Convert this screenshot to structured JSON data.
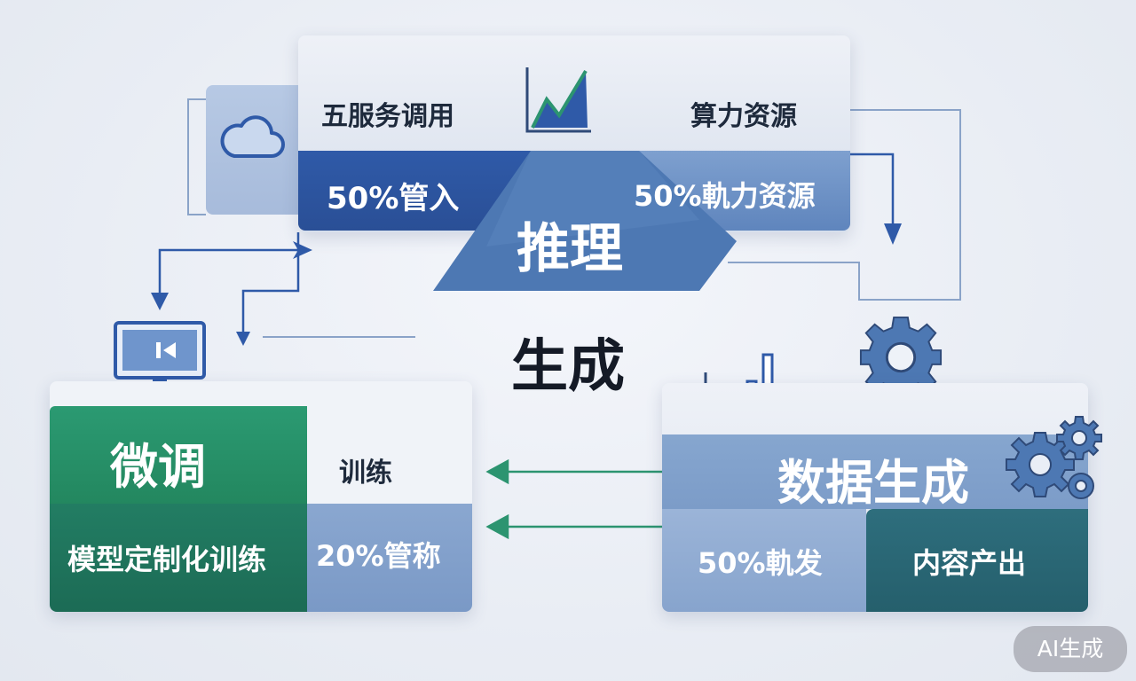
{
  "top_panel": {
    "service_call_label": "五服务调用",
    "compute_resource_label": "算力资源",
    "input_pct_label": "50%管入",
    "compute_pct_label": "50%軌力资源",
    "inference_title": "推理"
  },
  "center_label": "生成",
  "finetune_panel": {
    "title": "微调",
    "training_label": "训练",
    "custom_training_label": "模型定制化训练",
    "pct_label": "20%管称"
  },
  "datagen_panel": {
    "title": "数据生成",
    "pct_label": "50%軌发",
    "output_label": "内容产出"
  },
  "badge_label": "AI生成",
  "colors": {
    "navy": "#2a4f96",
    "green": "#23875f",
    "teal": "#255f6c",
    "steel_blue": "#4d78b3",
    "arrow_green": "#2c9470"
  }
}
